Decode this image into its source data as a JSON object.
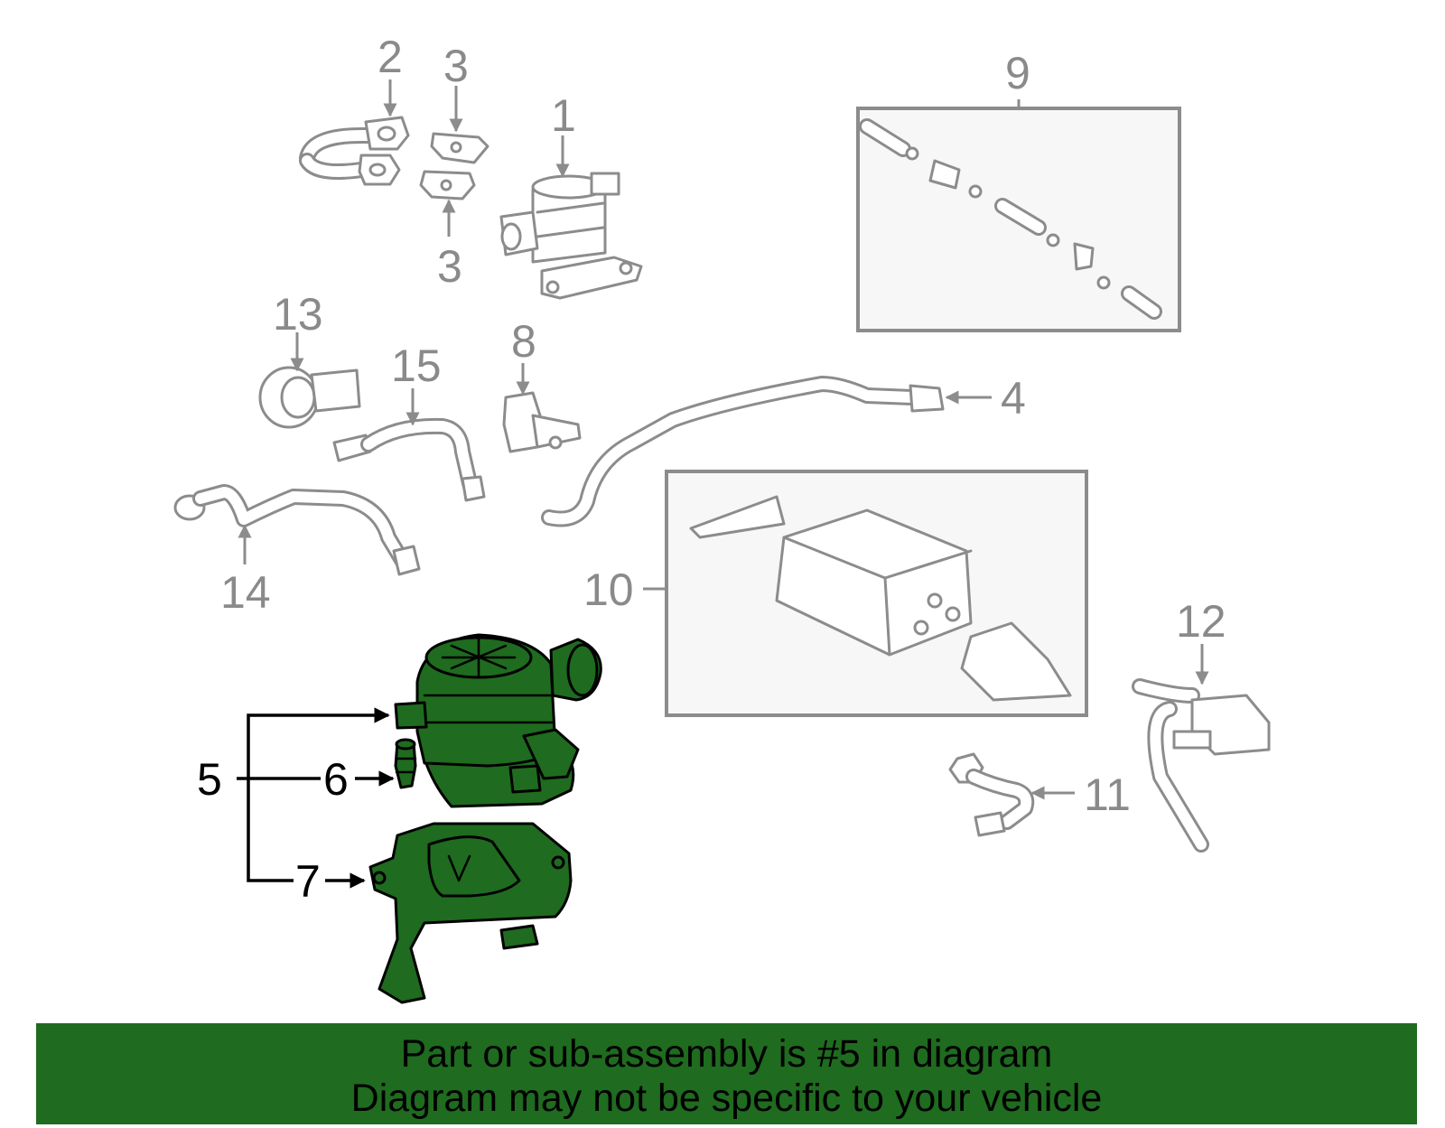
{
  "callouts": {
    "c1": "1",
    "c2": "2",
    "c3a": "3",
    "c3b": "3",
    "c4": "4",
    "c5": "5",
    "c6": "6",
    "c7": "7",
    "c8": "8",
    "c9": "9",
    "c10": "10",
    "c11": "11",
    "c12": "12",
    "c13": "13",
    "c14": "14",
    "c15": "15"
  },
  "footer": {
    "line1": "Part or sub-assembly is #5 in diagram",
    "line2": "Diagram may not be specific to your vehicle"
  },
  "colors": {
    "highlight": "#1f6b1f",
    "linework": "#8c8c8c",
    "callout_gray": "#8a8a8a",
    "callout_black": "#000000"
  }
}
